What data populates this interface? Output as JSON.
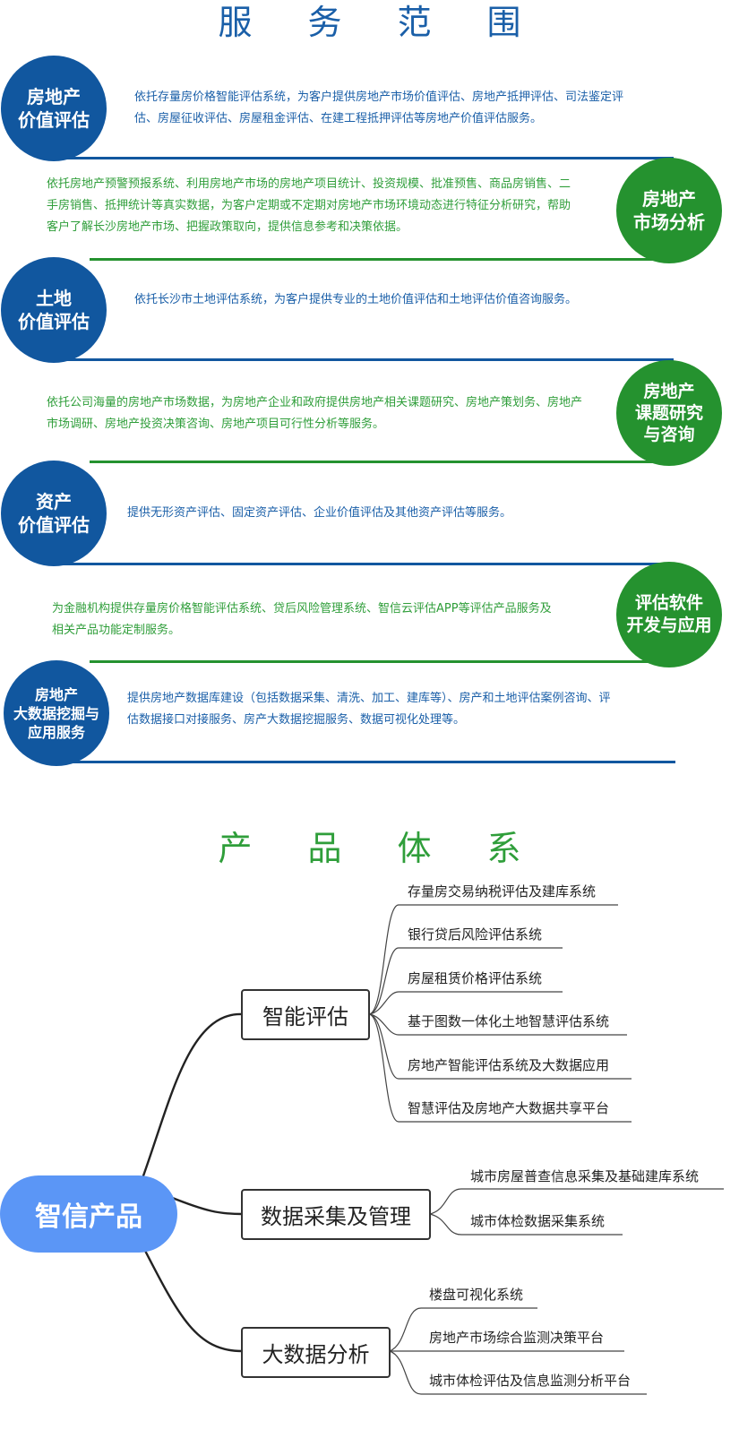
{
  "services_title": [
    "服",
    "务",
    "范",
    "围"
  ],
  "services": [
    {
      "title": "房地产\n价值评估",
      "desc": "依托存量房价格智能评估系统，为客户提供房地产市场价值评估、房地产抵押评估、司法鉴定评\n估、房屋征收评估、房屋租金评估、在建工程抵押评估等房地产价值评估服务。",
      "color": "#11579f",
      "side": "left"
    },
    {
      "title": "房地产\n市场分析",
      "desc": "依托房地产预警预报系统、利用房地产市场的房地产项目统计、投资规模、批准预售、商品房销售、二\n手房销售、抵押统计等真实数据，为客户定期或不定期对房地产市场环境动态进行特征分析研究，帮助\n客户了解长沙房地产市场、把握政策取向，提供信息参考和决策依据。",
      "color": "#25922f",
      "side": "right"
    },
    {
      "title": "土地\n价值评估",
      "desc": "依托长沙市土地评估系统，为客户提供专业的土地价值评估和土地评估价值咨询服务。",
      "color": "#11579f",
      "side": "left"
    },
    {
      "title": "房地产\n课题研究\n与咨询",
      "desc": "依托公司海量的房地产市场数据，为房地产企业和政府提供房地产相关课题研究、房地产策划务、房地产\n市场调研、房地产投资决策咨询、房地产项目可行性分析等服务。",
      "color": "#25922f",
      "side": "right"
    },
    {
      "title": "资产\n价值评估",
      "desc": "提供无形资产评估、固定资产评估、企业价值评估及其他资产评估等服务。",
      "color": "#11579f",
      "side": "left"
    },
    {
      "title": "评估软件\n开发与应用",
      "desc": "为金融机构提供存量房价格智能评估系统、贷后风险管理系统、智信云评估APP等评估产品服务及\n相关产品功能定制服务。",
      "color": "#25922f",
      "side": "right"
    },
    {
      "title": "房地产\n大数据挖掘与\n应用服务",
      "desc": "提供房地产数据库建设（包括数据采集、清洗、加工、建库等）、房产和土地评估案例咨询、评\n估数据接口对接服务、房产大数据挖掘服务、数据可视化处理等。",
      "color": "#11579f",
      "side": "left"
    }
  ],
  "products_title": [
    "产",
    "品",
    "体",
    "系"
  ],
  "mindmap": {
    "root": "智信产品",
    "branches": [
      {
        "label": "智能评估",
        "leaves": [
          "存量房交易纳税评估及建库系统",
          "银行贷后风险评估系统",
          "房屋租赁价格评估系统",
          "基于图数一体化土地智慧评估系统",
          "房地产智能评估系统及大数据应用",
          "智慧评估及房地产大数据共享平台"
        ]
      },
      {
        "label": "数据采集及管理",
        "leaves": [
          "城市房屋普查信息采集及基础建库系统",
          "城市体检数据采集系统"
        ]
      },
      {
        "label": "大数据分析",
        "leaves": [
          "楼盘可视化系统",
          "房地产市场综合监测决策平台",
          "城市体检评估及信息监测分析平台"
        ]
      }
    ]
  }
}
